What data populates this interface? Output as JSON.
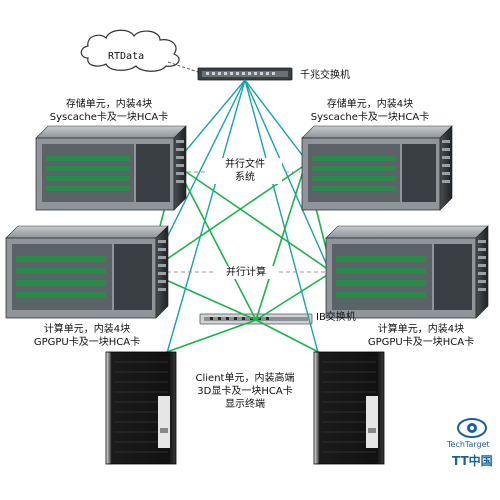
{
  "cloud": {
    "label": "RTData"
  },
  "switches": {
    "gigabit": "千兆交换机",
    "ib": "IB交换机"
  },
  "nodes": {
    "storage_left": {
      "line1": "存储单元，内装4块",
      "line2": "Syscache卡及一块HCA卡"
    },
    "storage_right": {
      "line1": "存储单元，内装4块",
      "line2": "Syscache卡及一块HCA卡"
    },
    "compute_left": {
      "line1": "计算单元，内装4块",
      "line2": "GPGPU卡及一块HCA卡"
    },
    "compute_right": {
      "line1": "计算单元，内装4块",
      "line2": "GPGPU卡及一块HCA卡"
    },
    "client": {
      "line1": "Client单元，内装高端",
      "line2": "3D显卡及一块HCA卡",
      "line3": "显示终端"
    }
  },
  "links": {
    "parallel_fs_line1": "并行文件",
    "parallel_fs_line2": "系统",
    "parallel_compute": "并行计算"
  },
  "watermark": {
    "brand": "TechTarget",
    "cn": "TT中国"
  },
  "colors": {
    "gigabit_link": "#19a0b0",
    "ib_link": "#1cb24a",
    "dashed_link": "#9a9a9a",
    "chassis": "#2e3133",
    "watermark_blue": "#1a5f9e"
  }
}
